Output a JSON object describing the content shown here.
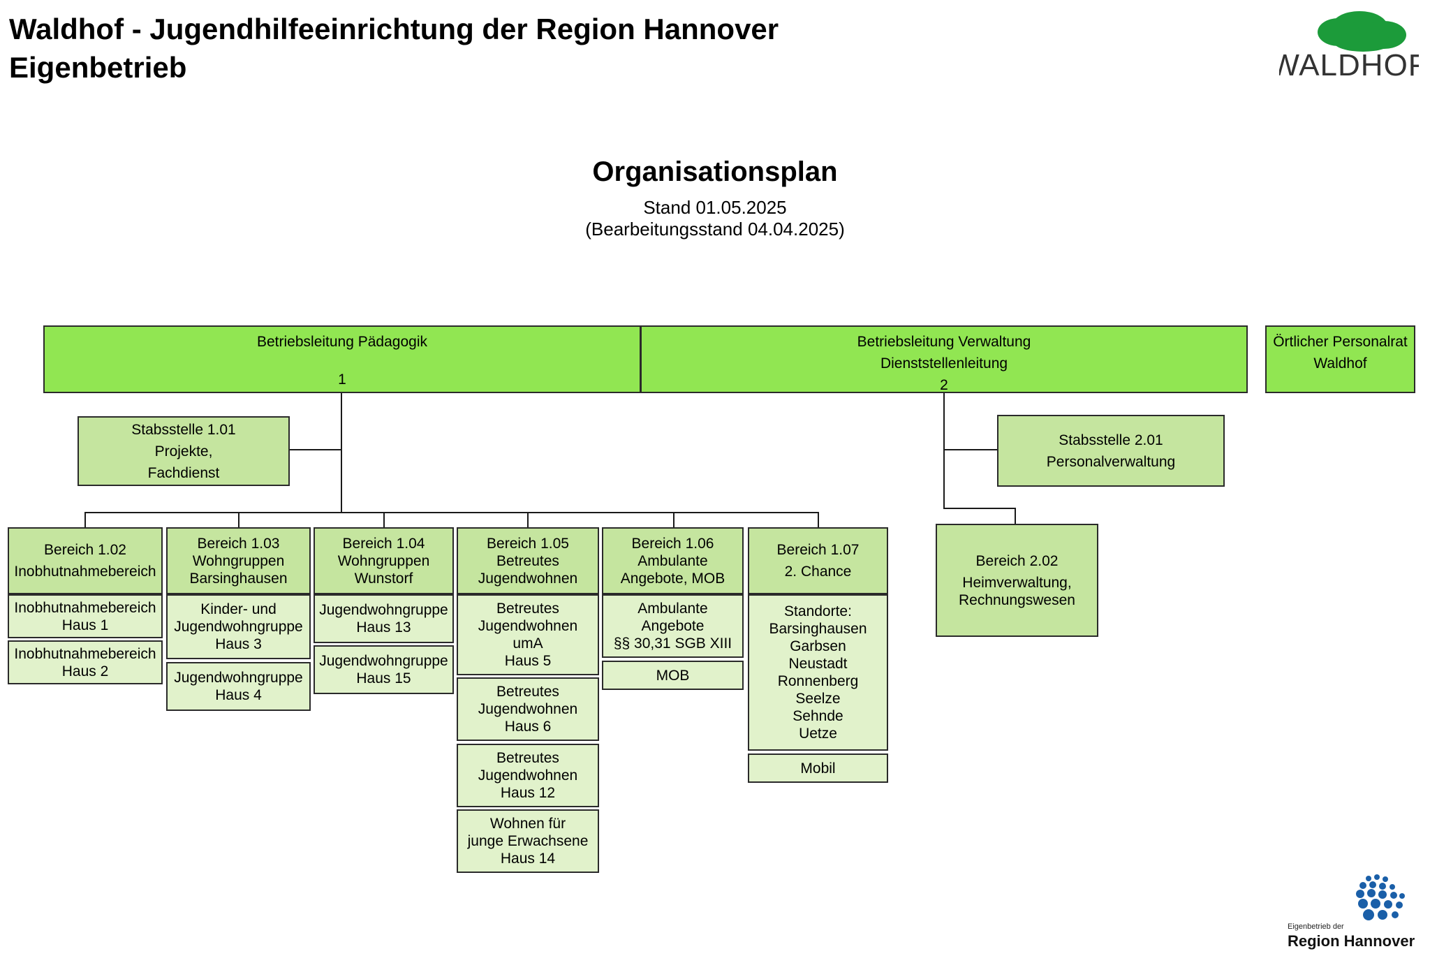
{
  "header": {
    "title_line1": "Waldhof - Jugendhilfeeinrichtung der Region Hannover",
    "title_line2": "Eigenbetrieb"
  },
  "logos": {
    "waldhof_text": "WALDHOF",
    "region_small": "Eigenbetrieb der",
    "region_large": "Region Hannover",
    "waldhof_green": "#1c9b3a",
    "region_blue": "#1a5fa8"
  },
  "plan": {
    "title": "Organisationsplan",
    "stand": "Stand 01.05.2025",
    "bearbeitung": "(Bearbeitungsstand 04.04.2025)"
  },
  "colors": {
    "top_level": "#91e652",
    "mid_level": "#c5e59f",
    "sub_level": "#e1f2cb"
  },
  "top": {
    "paedagogik": {
      "line1": "Betriebsleitung Pädagogik",
      "number": "1"
    },
    "verwaltung": {
      "line1": "Betriebsleitung Verwaltung",
      "line2": "Dienststellenleitung",
      "number": "2"
    },
    "personalrat": {
      "line1": "Örtlicher Personalrat",
      "line2": "Waldhof"
    }
  },
  "stabsstellen": {
    "s101": {
      "line1": "Stabsstelle 1.01",
      "line2": "Projekte,",
      "line3": "Fachdienst"
    },
    "s201": {
      "line1": "Stabsstelle 2.01",
      "line2": "Personalverwaltung"
    }
  },
  "bereiche": {
    "b102": {
      "line1": "Bereich 1.02",
      "line2": "Inobhutnahmebereich"
    },
    "b103": {
      "line1": "Bereich 1.03",
      "line2": "Wohngruppen",
      "line3": "Barsinghausen"
    },
    "b104": {
      "line1": "Bereich 1.04",
      "line2": "Wohngruppen",
      "line3": "Wunstorf"
    },
    "b105": {
      "line1": "Bereich 1.05",
      "line2": "Betreutes",
      "line3": "Jugendwohnen"
    },
    "b106": {
      "line1": "Bereich 1.06",
      "line2": "Ambulante",
      "line3": "Angebote, MOB"
    },
    "b107": {
      "line1": "Bereich 1.07",
      "line2": "2. Chance"
    },
    "b202": {
      "line1": "Bereich 2.02",
      "line2": "Heimverwaltung,",
      "line3": "Rechnungswesen"
    }
  },
  "units": {
    "b102": [
      [
        "Inobhutnahmebereich",
        "Haus 1"
      ],
      [
        "Inobhutnahmebereich",
        "Haus 2"
      ]
    ],
    "b103": [
      [
        "Kinder- und",
        "Jugendwohngruppe",
        "Haus 3"
      ],
      [
        "Jugendwohngruppe",
        "Haus 4"
      ]
    ],
    "b104": [
      [
        "Jugendwohngruppe",
        "Haus 13"
      ],
      [
        "Jugendwohngruppe",
        "Haus 15"
      ]
    ],
    "b105": [
      [
        "Betreutes",
        "Jugendwohnen",
        "umA",
        "Haus 5"
      ],
      [
        "Betreutes",
        "Jugendwohnen",
        "Haus 6"
      ],
      [
        "Betreutes",
        "Jugendwohnen",
        "Haus 12"
      ],
      [
        "Wohnen für",
        "junge Erwachsene",
        "Haus 14"
      ]
    ],
    "b106": [
      [
        "Ambulante",
        "Angebote",
        "§§ 30,31 SGB XIII"
      ],
      [
        "MOB"
      ]
    ],
    "b107": [
      [
        "Standorte:",
        "Barsinghausen",
        "Garbsen",
        "Neustadt",
        "Ronnenberg",
        "Seelze",
        "Sehnde",
        "Uetze"
      ],
      [
        "Mobil"
      ]
    ]
  }
}
